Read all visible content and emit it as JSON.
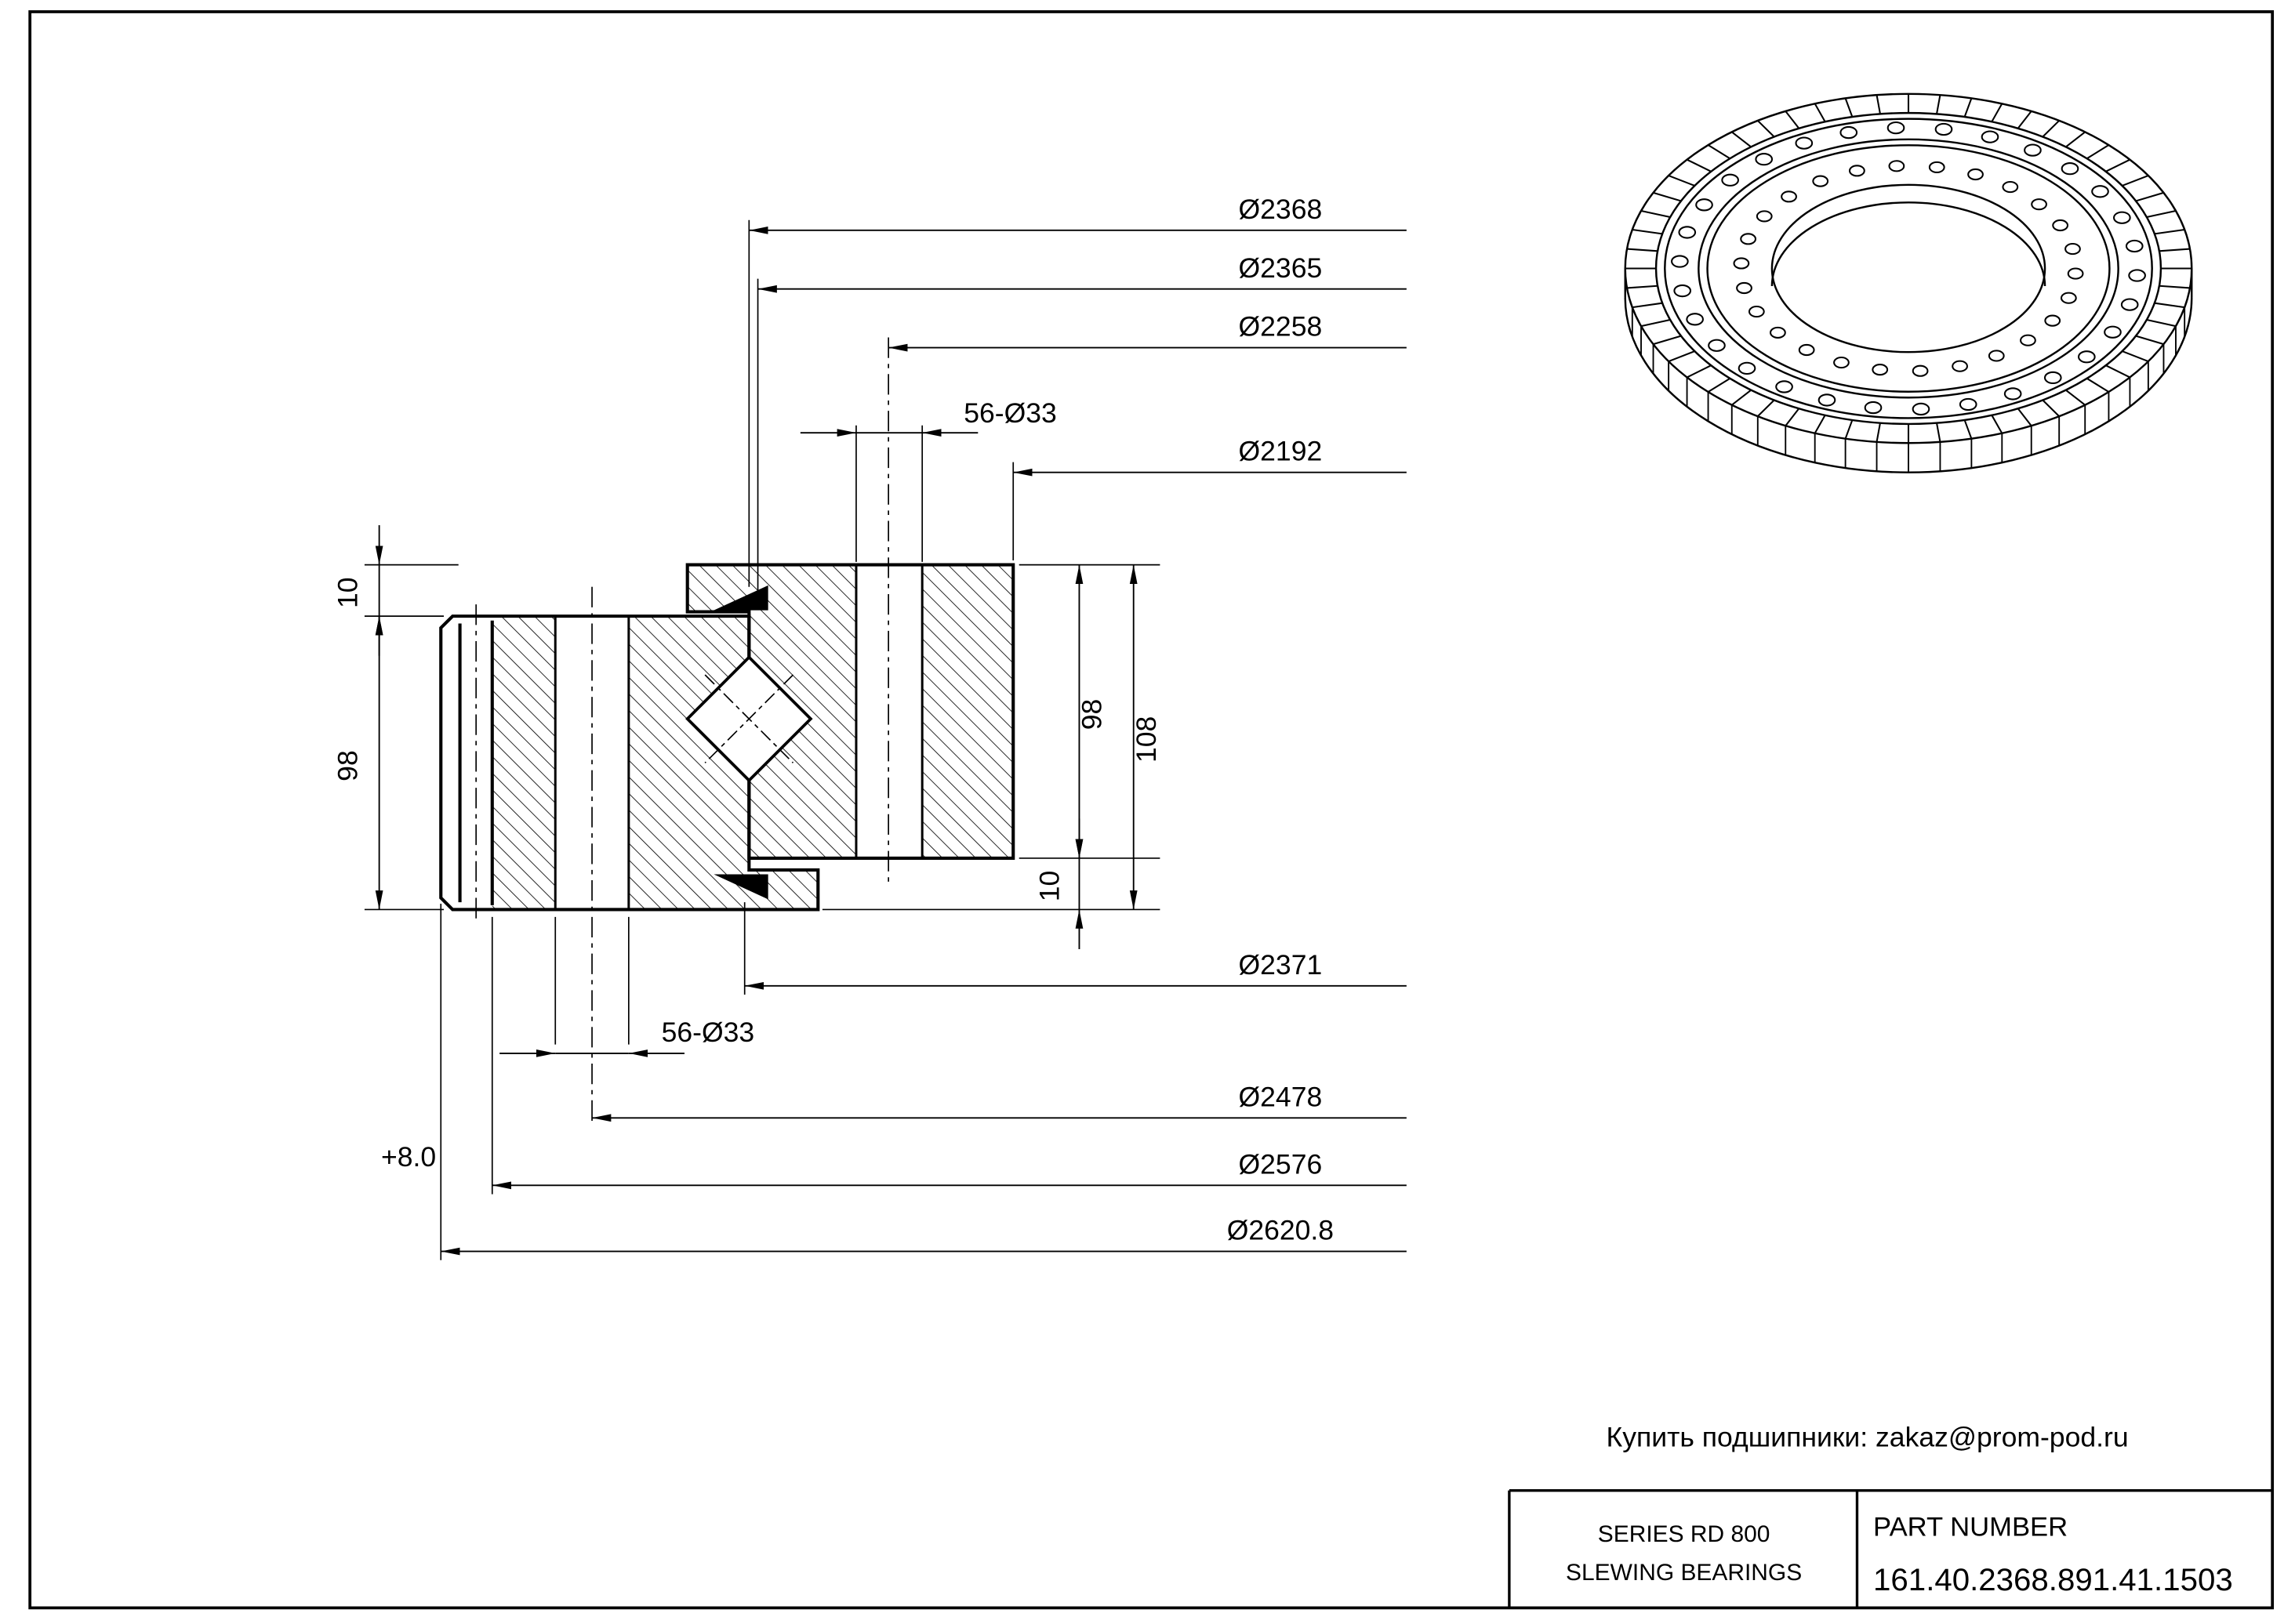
{
  "dims": {
    "top": {
      "d2368": "Ø2368",
      "d2365": "Ø2365",
      "d2258": "Ø2258",
      "bolt": "56-Ø33",
      "d2192": "Ø2192"
    },
    "bottom": {
      "d2371": "Ø2371",
      "bolt": "56-Ø33",
      "d2478": "Ø2478",
      "d2576": "Ø2576",
      "offset": "+8.0",
      "d2620": "Ø2620.8"
    },
    "left": {
      "h10": "10",
      "h98": "98"
    },
    "right": {
      "h98": "98",
      "h108": "108",
      "h10": "10"
    }
  },
  "footer": {
    "contact": "Купить подшипники: zakaz@prom-pod.ru"
  },
  "title_block": {
    "series_line1": "SERIES  RD  800",
    "series_line2": "SLEWING BEARINGS",
    "part_number_label": "PART  NUMBER",
    "part_number": "161.40.2368.891.41.1503"
  }
}
